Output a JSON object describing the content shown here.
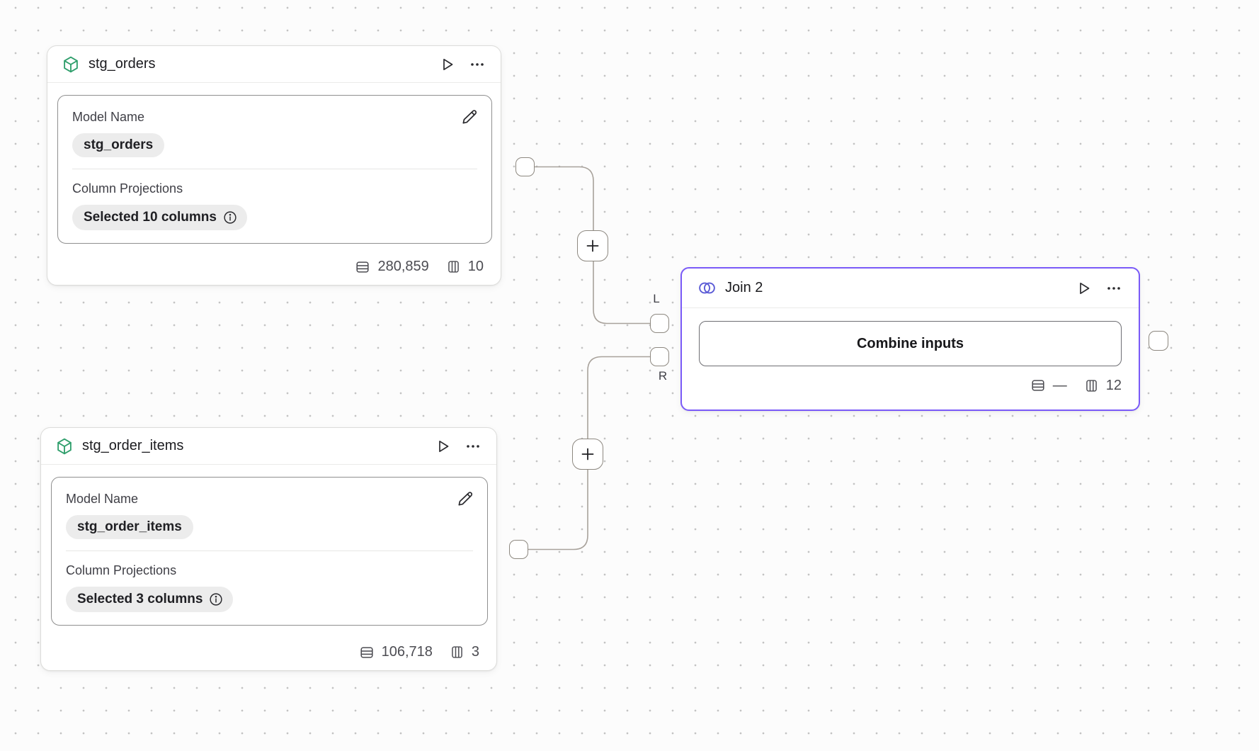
{
  "canvas": {
    "bg": "#fcfcfc",
    "dot_color": "#c3c3c3",
    "edge_color": "#a8a29b"
  },
  "colors": {
    "model_icon_green": "#2e9e6b",
    "join_accent": "#7a5af8",
    "join_icon_indigo": "#5b5bd6",
    "chip_bg": "#ececec"
  },
  "nodes": {
    "stg_orders": {
      "title": "stg_orders",
      "model_name_label": "Model Name",
      "model_name_value": "stg_orders",
      "projections_label": "Column Projections",
      "projections_value": "Selected 10 columns",
      "rows": "280,859",
      "columns": "10"
    },
    "stg_order_items": {
      "title": "stg_order_items",
      "model_name_label": "Model Name",
      "model_name_value": "stg_order_items",
      "projections_label": "Column Projections",
      "projections_value": "Selected 3 columns",
      "rows": "106,718",
      "columns": "3"
    },
    "join": {
      "title": "Join 2",
      "combine_button_label": "Combine inputs",
      "rows": "—",
      "columns": "12",
      "left_input_label": "L",
      "right_input_label": "R"
    }
  }
}
